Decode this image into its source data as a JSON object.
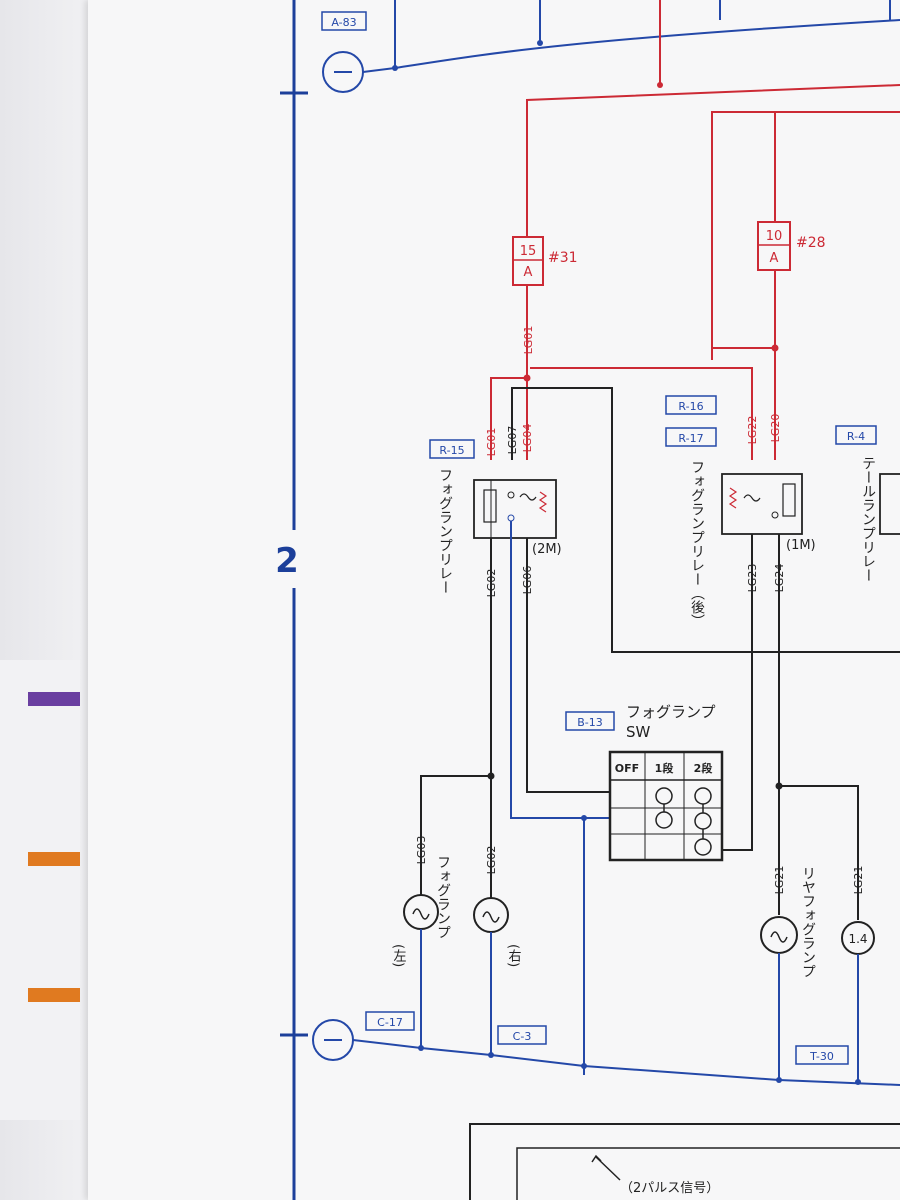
{
  "section_number": "2",
  "ground_symbol": "—",
  "connectors": {
    "a83": "A-83",
    "r15": "R-15",
    "r16": "R-16",
    "r17": "R-17",
    "r4": "R-4",
    "b13": "B-13",
    "c17": "C-17",
    "c3": "C-3",
    "t30": "T-30"
  },
  "fuses": [
    {
      "top": "15",
      "bottom": "A",
      "id": "#31"
    },
    {
      "top": "10",
      "bottom": "A",
      "id": "#28"
    }
  ],
  "wires": {
    "lg01_trunk": "LG01",
    "lg01": "LG01",
    "lg07": "LG07",
    "lg04": "LG04",
    "lg22": "LG22",
    "lg20": "LG20",
    "lg02_relay": "LG02",
    "lg06": "LG06",
    "lg23": "LG23",
    "lg24": "LG24",
    "lg03": "LG03",
    "lg02_lamp": "LG02",
    "lg21_a": "LG21",
    "lg21_b": "LG21"
  },
  "labels": {
    "fog_relay": "フォグランプリレー",
    "fog_relay_rear": "フォグランプリレー（後）",
    "tail_relay": "テールランプリレー",
    "relay_2m": "(2M)",
    "relay_1m": "(1M)",
    "fog_sw_1": "フォグランプ",
    "fog_sw_2": "SW",
    "fog_lamp": "フォグランプ",
    "left": "(左)",
    "right": "(右)",
    "rear_fog_lamp": "リヤフォグランプ",
    "bulb_14": "1.4",
    "pulse_signal": "（2パルス信号）"
  },
  "switch_table": {
    "headers": [
      "OFF",
      "1段",
      "2段"
    ]
  },
  "colors": {
    "blue_line": "#2448a8",
    "red_line": "#cc2a35",
    "black_line": "#222222",
    "section_blue": "#1c3f9a"
  }
}
